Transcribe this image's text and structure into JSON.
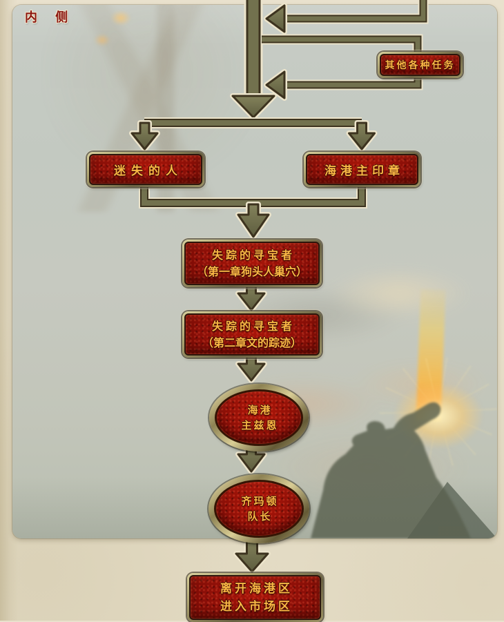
{
  "meta": {
    "region_label": "内 侧"
  },
  "palette": {
    "parchment": "#e6decb",
    "panel_gray_green": "#c3c8c0",
    "connector_olive": "#72714e",
    "connector_outline": "#3d331f",
    "connector_halo": "#ece4cb",
    "node_red": "#8e0f08",
    "node_text_gold": "#f8b845",
    "frame_gold": "#a89e6b",
    "beam_orange": "#fcaa3a"
  },
  "flowchart": {
    "side_quest": {
      "label": "其他各种任务"
    },
    "branch_left": {
      "label": "迷失的人"
    },
    "branch_right": {
      "label": "海港主印章"
    },
    "quest_ch1": {
      "line1": "失踪的寻宝者",
      "line2": "（第一章狗头人巢穴）"
    },
    "quest_ch2": {
      "line1": "失踪的寻宝者",
      "line2": "（第二章文的踪迹）"
    },
    "npc_harbor_master": {
      "line1": "海港",
      "line2": "主兹恩"
    },
    "npc_captain": {
      "line1": "齐玛顿",
      "line2": "队长"
    },
    "exit_step": {
      "line1": "离开海港区",
      "line2": "进入市场区"
    }
  }
}
